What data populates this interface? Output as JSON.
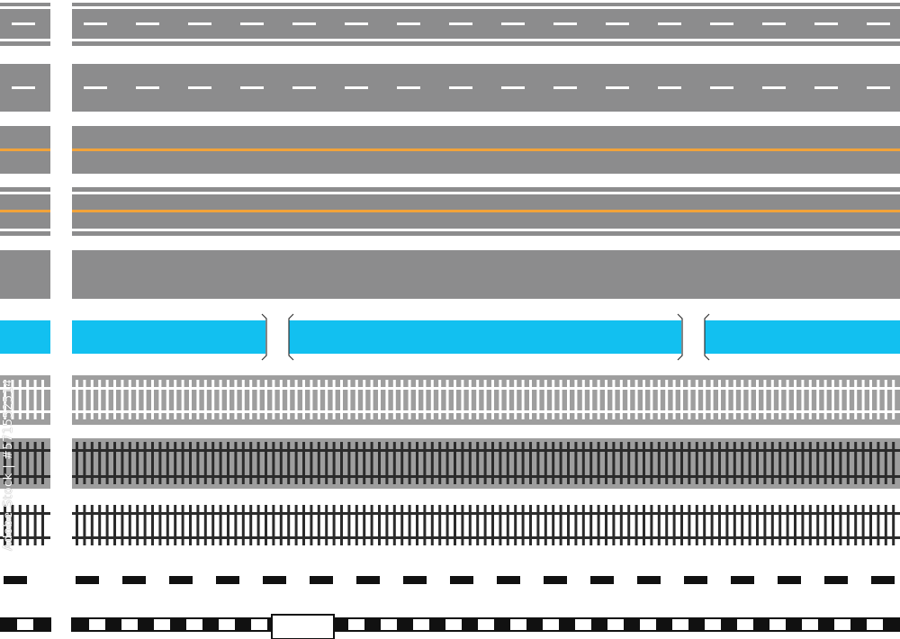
{
  "colors": {
    "background": "#ffffff",
    "asphalt": "#8c8c8d",
    "lane_white": "#ffffff",
    "lane_yellow": "#f2a33a",
    "water": "#12c0f0",
    "bridge_outline": "#333333",
    "rail_ballast": "#9e9e9e",
    "rail_light": "#ffffff",
    "rail_dark": "#2b2b2b",
    "border_black": "#111111"
  },
  "strips": [
    {
      "kind": "road",
      "variant": "edge-lines-white-dashed-center"
    },
    {
      "kind": "road",
      "variant": "white-dashed-center"
    },
    {
      "kind": "road",
      "variant": "yellow-center-line"
    },
    {
      "kind": "road",
      "variant": "edge-lines-yellow-center-line"
    },
    {
      "kind": "road",
      "variant": "plain"
    },
    {
      "kind": "river",
      "variant": "with-bridges",
      "bridge_count": 2
    },
    {
      "kind": "railway",
      "variant": "white-on-gray-ballast"
    },
    {
      "kind": "railway",
      "variant": "dark-on-gray-ballast"
    },
    {
      "kind": "railway",
      "variant": "dark-on-white"
    },
    {
      "kind": "boundary",
      "variant": "black-dashed-line"
    },
    {
      "kind": "railway-map",
      "variant": "black-white-checkered-with-station"
    }
  ],
  "watermark": {
    "text": "Adobe Stock | #571552514"
  }
}
